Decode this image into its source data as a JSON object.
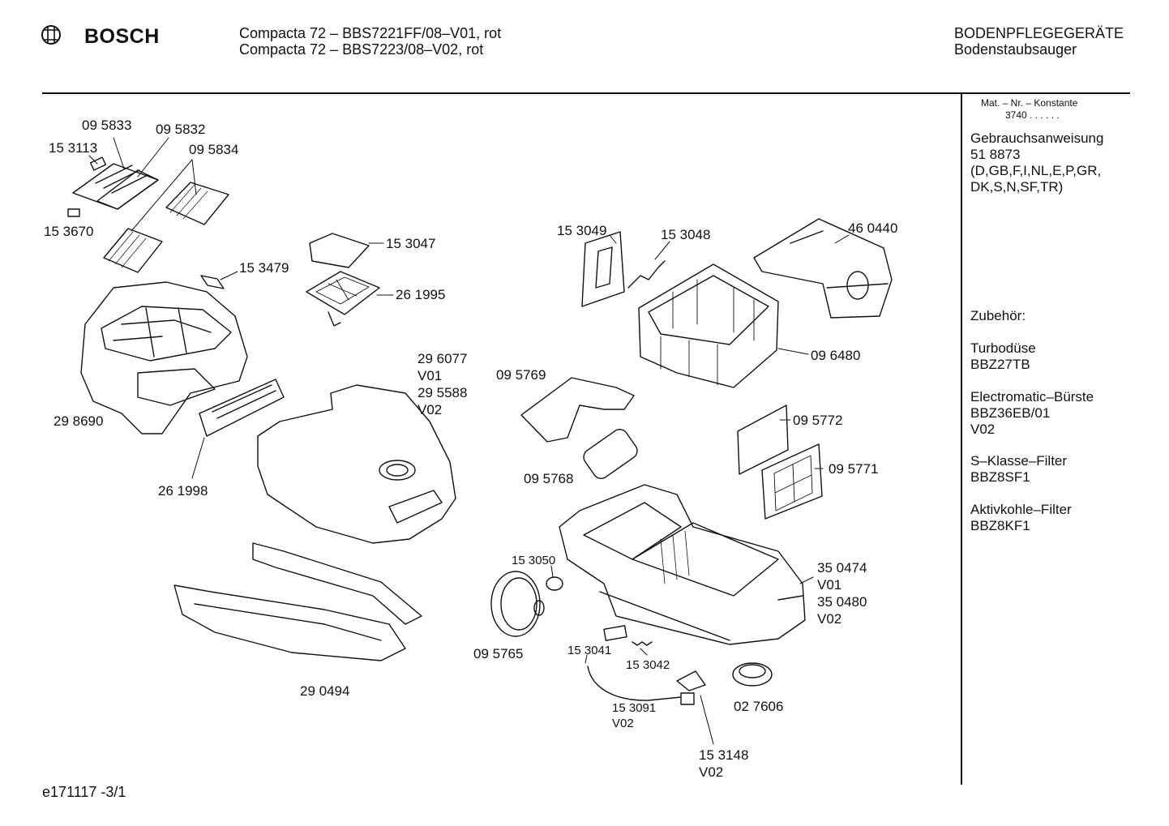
{
  "header": {
    "brand": "BOSCH",
    "model_line_1": "Compacta 72 – BBS7221FF/08–V01, rot",
    "model_line_2": "Compacta 72 – BBS7223/08–V02, rot",
    "category": "BODENPFLEGEGERÄTE",
    "subcategory": "Bodenstaubsauger"
  },
  "sidebar": {
    "mat_nr_label": "Mat. – Nr. – Konstante",
    "mat_nr_value": "3740 . . . . . .",
    "manual_title": "Gebrauchsanweisung",
    "manual_number": "51 8873",
    "manual_langs_1": "(D,GB,F,I,NL,E,P,GR,",
    "manual_langs_2": "DK,S,N,SF,TR)",
    "accessories_title": "Zubehör:",
    "acc1_name": "Turbodüse",
    "acc1_code": "BBZ27TB",
    "acc2_name": "Electromatic–Bürste",
    "acc2_code": "BBZ36EB/01",
    "acc2_variant": "V02",
    "acc3_name": "S–Klasse–Filter",
    "acc3_code": "BBZ8SF1",
    "acc4_name": "Aktivkohle–Filter",
    "acc4_code": "BBZ8KF1"
  },
  "parts": {
    "p095833": "09 5833",
    "p095832": "09 5832",
    "p153113": "15 3113",
    "p095834": "09 5834",
    "p153670": "15 3670",
    "p153047": "15 3047",
    "p153479": "15 3479",
    "p261995": "26 1995",
    "p298690": "29 8690",
    "p296077": "29 6077",
    "p296077_v": "V01",
    "p295588": "29 5588",
    "p295588_v": "V02",
    "p261998": "26 1998",
    "p290494": "29 0494",
    "p153049": "15 3049",
    "p153048": "15 3048",
    "p460440": "46 0440",
    "p096480": "09 6480",
    "p095769": "09 5769",
    "p095772": "09 5772",
    "p095768": "09 5768",
    "p095771": "09 5771",
    "p153050": "15 3050",
    "p350474": "35 0474",
    "p350474_v": "V01",
    "p350480": "35 0480",
    "p350480_v": "V02",
    "p095765": "09 5765",
    "p153041": "15 3041",
    "p153042": "15 3042",
    "p153091": "15 3091",
    "p153091_v": "V02",
    "p027606": "02 7606",
    "p153148": "15 3148",
    "p153148_v": "V02"
  },
  "footer": {
    "doc_id": "e171117 -3/1"
  }
}
